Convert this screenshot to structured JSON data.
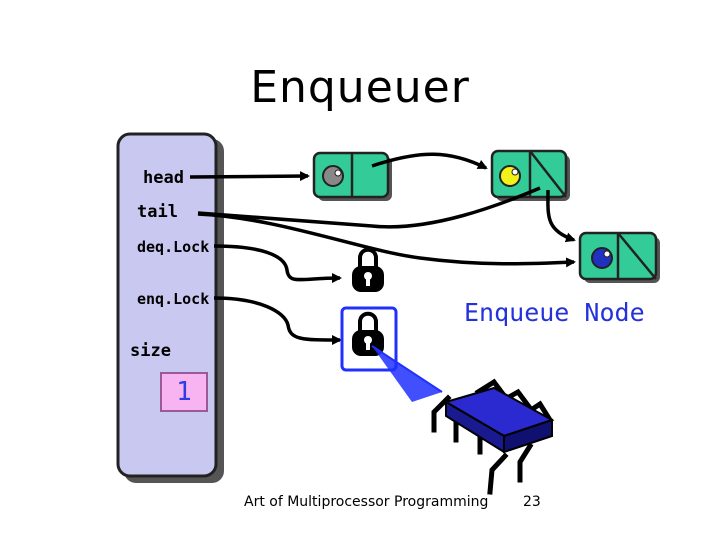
{
  "slide": {
    "title": "Enqueuer",
    "footer": "Art of Multiprocessor Programming",
    "page_number": "23"
  },
  "queue_object": {
    "fields": {
      "head": "head",
      "tail": "tail",
      "deq_lock": "deq.Lock",
      "enq_lock": "enq.Lock",
      "size": "size"
    },
    "size_value": "1"
  },
  "annotations": {
    "enqueue_node": "Enqueue Node"
  },
  "colors": {
    "queue_box": "#c8c8f0",
    "node_green": "#33cc99",
    "lock_blue": "#2030ff",
    "label_blue": "#2432d9",
    "size_fill": "#f7b4f0"
  },
  "icons": [
    "padlock-closed-icon",
    "padlock-open-icon",
    "microchip-icon"
  ]
}
